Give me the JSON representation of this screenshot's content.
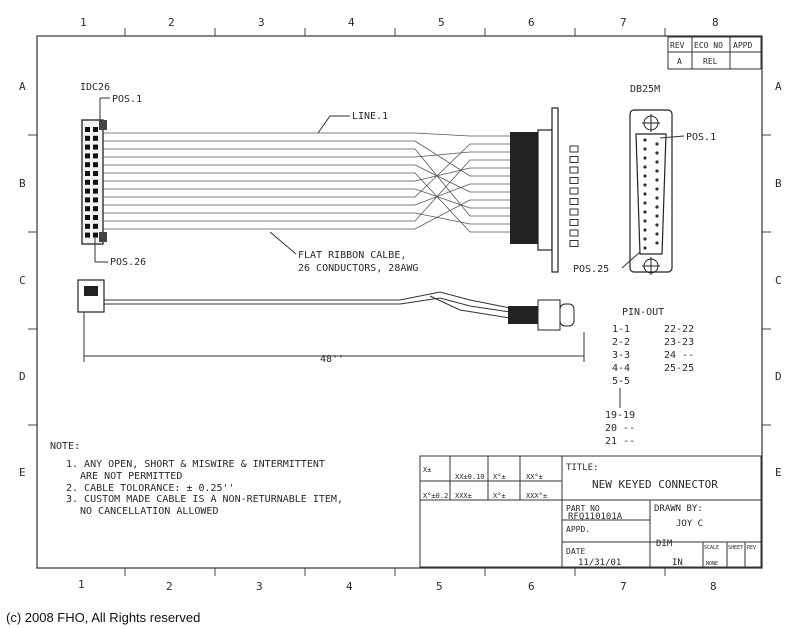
{
  "border": {
    "top_numbers": [
      "1",
      "2",
      "3",
      "4",
      "5",
      "6",
      "7",
      "8"
    ],
    "bottom_numbers": [
      "1",
      "2",
      "3",
      "4",
      "5",
      "6",
      "7",
      "8"
    ],
    "side_letters": [
      "A",
      "B",
      "C",
      "D",
      "E"
    ]
  },
  "revision_block": {
    "headers": [
      "REV",
      "ECO NO",
      "APPD"
    ],
    "values": [
      "A",
      "REL",
      ""
    ]
  },
  "labels": {
    "idc": "IDC26",
    "idc_pos1": "POS.1",
    "idc_pos26": "POS.26",
    "line1": "LINE.1",
    "ribbon_line1": "FLAT RIBBON CALBE,",
    "ribbon_line2": "26 CONDUCTORS, 28AWG",
    "db25m": "DB25M",
    "db_pos1": "POS.1",
    "db_pos25": "POS.25",
    "length": "48''"
  },
  "pinout": {
    "title": "PIN-OUT",
    "col1": [
      "1-1",
      "2-2",
      "3-3",
      "4-4",
      "5-5"
    ],
    "col2": [
      "22-22",
      "23-23",
      "24 --",
      "25-25"
    ],
    "col3": [
      "19-19",
      "20 --",
      "21 --"
    ]
  },
  "notes": {
    "title": "NOTE:",
    "lines": [
      "1. ANY OPEN, SHORT & MISWIRE & INTERMITTENT",
      "   ARE NOT PERMITTED",
      "2. CABLE TOLORANCE: ± 0.25''",
      "3. CUSTOM MADE CABLE IS A NON-RETURNABLE ITEM,",
      "   NO CANCELLATION ALLOWED"
    ]
  },
  "tolerance": {
    "row1": [
      "X±",
      "XX±0.10",
      "X°±",
      "XX°±"
    ],
    "row2": [
      "X°±0.2",
      "XXX±",
      "X°±",
      "XXX°±"
    ]
  },
  "title_block": {
    "title_label": "TITLE:",
    "title": "NEW KEYED CONNECTOR",
    "part_label": "PART NO",
    "part_no": "RFQ110101A",
    "drawn_label": "DRAWN BY:",
    "drawn_by": "JOY C",
    "appd_label": "APPD.",
    "date_label": "DATE",
    "date": "11/31/01",
    "dim_label": "DIM",
    "dim": "IN",
    "scale_label": "SCALE",
    "scale": "NONE",
    "sheet_label": "SHEET",
    "rev_label": "REV"
  },
  "copyright": "(c) 2008 FHO, All Rights reserved"
}
